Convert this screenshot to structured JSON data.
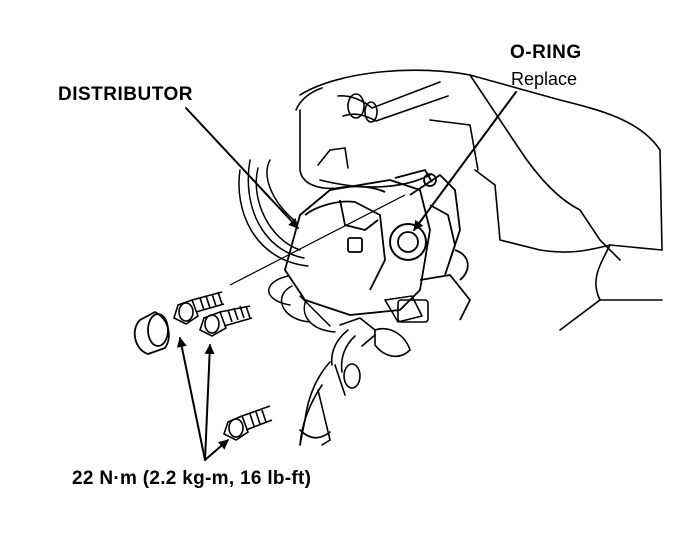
{
  "labels": {
    "distributor": "DISTRIBUTOR",
    "oring": "O-RING",
    "oring_note": "Replace",
    "torque": "22 N·m (2.2 kg-m, 16 lb-ft)"
  },
  "colors": {
    "ink": "#000000",
    "paper": "#ffffff"
  }
}
